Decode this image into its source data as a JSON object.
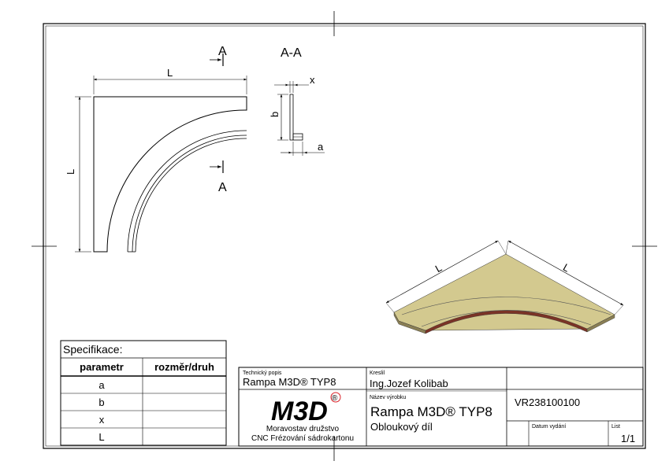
{
  "views": {
    "section_marker": "A",
    "section_title": "A-A",
    "plan_length_label": "L",
    "detail_labels": {
      "x": "x",
      "b": "b",
      "a": "a"
    }
  },
  "specification": {
    "title": "Specifikace:",
    "columns": [
      "parametr",
      "rozměr/druh"
    ],
    "rows": [
      {
        "param": "a",
        "value": ""
      },
      {
        "param": "b",
        "value": ""
      },
      {
        "param": "x",
        "value": ""
      },
      {
        "param": "L",
        "value": ""
      }
    ]
  },
  "title_block": {
    "doc_type_label": "Technický popis",
    "doc_type_value": "Rampa M3D® TYP8",
    "drawn_by_label": "Kreslil",
    "drawn_by_value": "Ing.Jozef Kolibab",
    "product_name_label": "Název výrobku",
    "product_name_value": "Rampa M3D® TYP8",
    "product_sub": "Obloukový díl",
    "drawing_number": "VR238100100",
    "issue_date_label": "Datum vydání",
    "issue_date_value": "",
    "sheet_label": "List",
    "sheet_value": "1/1",
    "logo_text": "M3D",
    "logo_mark": "®",
    "company_line1": "Moravostav družstvo",
    "company_line2": "CNC Frézování sádrokartonu"
  },
  "colors": {
    "logo_red": "#d91f26",
    "panel_top": "#d3c98f",
    "panel_edge": "#8a7f55",
    "panel_channel": "#7a3326"
  }
}
